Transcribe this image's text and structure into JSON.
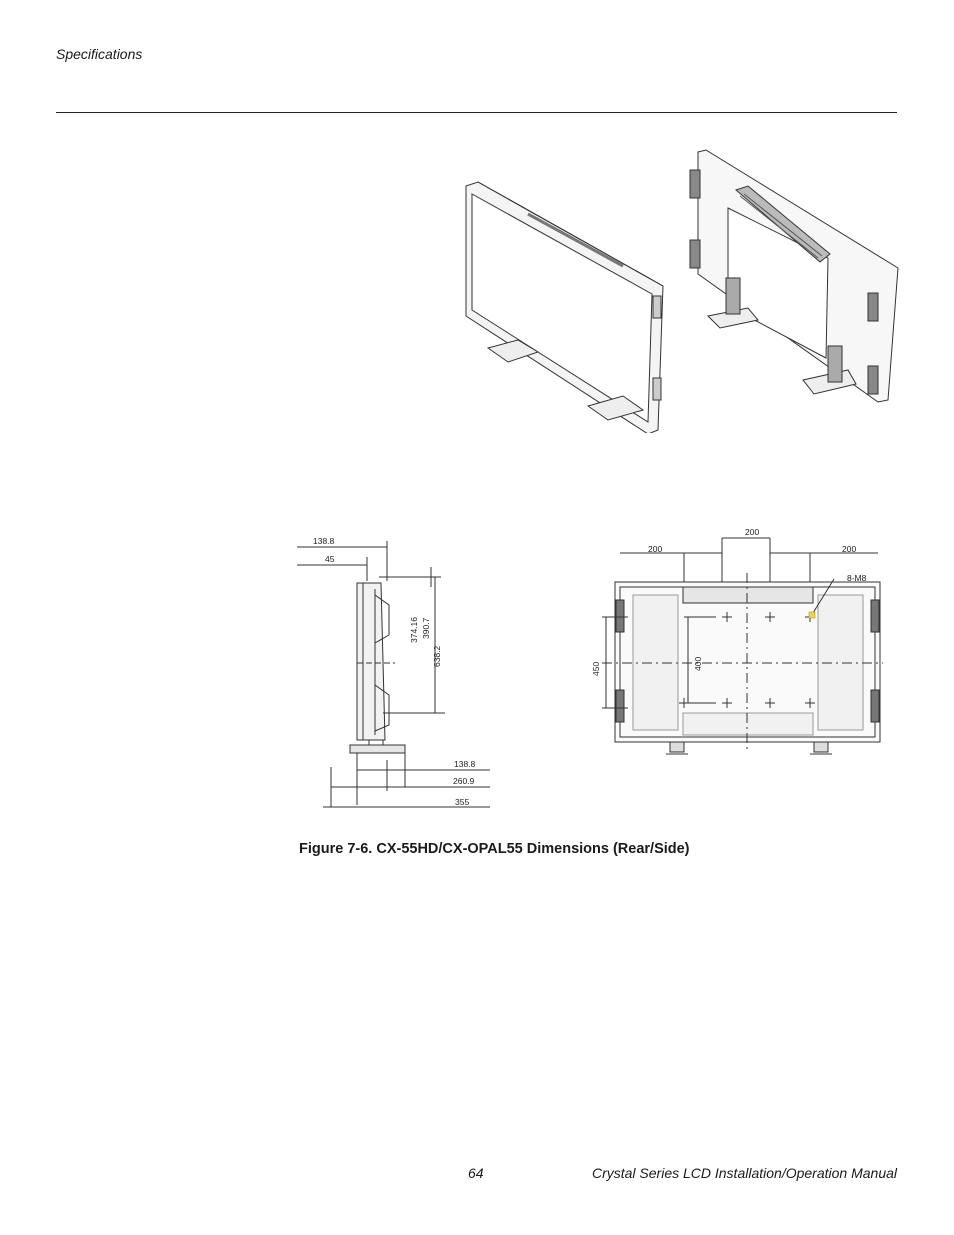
{
  "header": {
    "section": "Specifications"
  },
  "figure": {
    "caption": "Figure 7-6. CX-55HD/CX-OPAL55 Dimensions (Rear/Side)",
    "side_view": {
      "dims": {
        "top_depth": "138.8",
        "top_offset": "45",
        "h1": "374.16",
        "h2": "390.7",
        "h3": "638.2",
        "base_a": "138.8",
        "base_b": "260.9",
        "base_c": "355"
      }
    },
    "rear_view": {
      "dims": {
        "center_spacing": "200",
        "left_spacing": "200",
        "right_spacing": "200",
        "screw_label": "8-M8",
        "outer_height": "450",
        "inner_height": "400"
      }
    }
  },
  "footer": {
    "page_number": "64",
    "manual_title": "Crystal Series LCD Installation/Operation Manual"
  }
}
